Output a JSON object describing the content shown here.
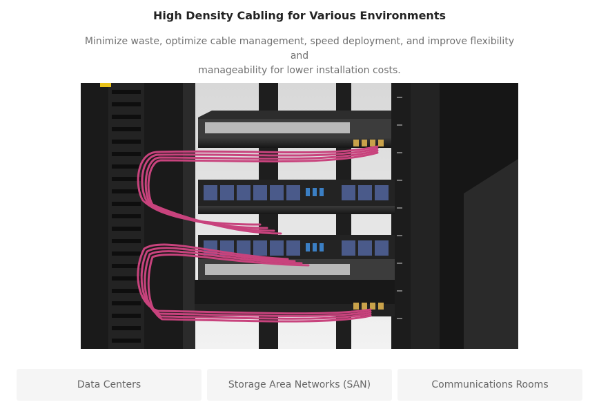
{
  "header": {
    "title": "High Density Cabling for Various Environments",
    "subtitle_line1": "Minimize waste, optimize cable management, speed deployment, and improve flexibility and",
    "subtitle_line2": "manageability for lower installation costs."
  },
  "tabs": [
    {
      "label": "Data Centers"
    },
    {
      "label": "Storage Area Networks (SAN)"
    },
    {
      "label": "Communications Rooms"
    }
  ],
  "colors": {
    "rack": "#1c1c1c",
    "cable": "#c8437d",
    "port_blue": "#3b7fc4",
    "tab_bg": "#f5f5f5"
  }
}
